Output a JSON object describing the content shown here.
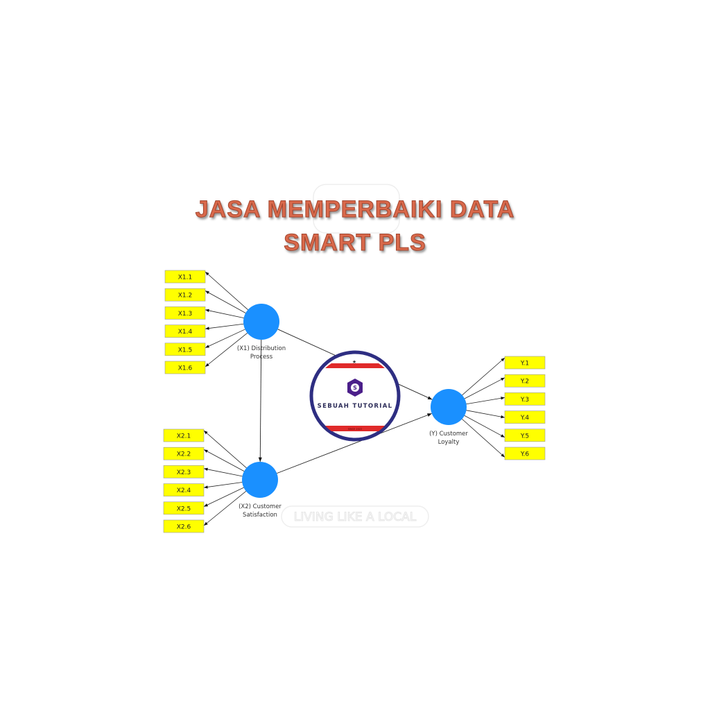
{
  "title": {
    "line1": "JASA MEMPERBAIKI DATA",
    "line2": "SMART PLS"
  },
  "watermark": {
    "text": "LIVING LIKE A LOCAL"
  },
  "logo": {
    "name": "SEBUAH TUTORIAL",
    "since": "SINCE 2022",
    "letter": "S"
  },
  "colors": {
    "construct": "#1a90ff",
    "indicator": "#ffff00",
    "title": "#d9694b",
    "logo_ring": "#2e2e82",
    "logo_band": "#e02a2a"
  },
  "constructs": {
    "x1": {
      "line1": "(X1) Distribution",
      "line2": "Process",
      "indicators": [
        "X1.1",
        "X1.2",
        "X1.3",
        "X1.4",
        "X1.5",
        "X1.6"
      ]
    },
    "x2": {
      "line1": "(X2) Customer",
      "line2": "Satisfaction",
      "indicators": [
        "X2.1",
        "X2.2",
        "X2.3",
        "X2.4",
        "X2.5",
        "X2.6"
      ]
    },
    "y": {
      "line1": "(Y) Customer",
      "line2": "Loyalty",
      "indicators": [
        "Y.1",
        "Y.2",
        "Y.3",
        "Y.4",
        "Y.5",
        "Y.6"
      ]
    }
  },
  "paths": [
    [
      "x1",
      "x2"
    ],
    [
      "x1",
      "y"
    ],
    [
      "x2",
      "y"
    ]
  ]
}
